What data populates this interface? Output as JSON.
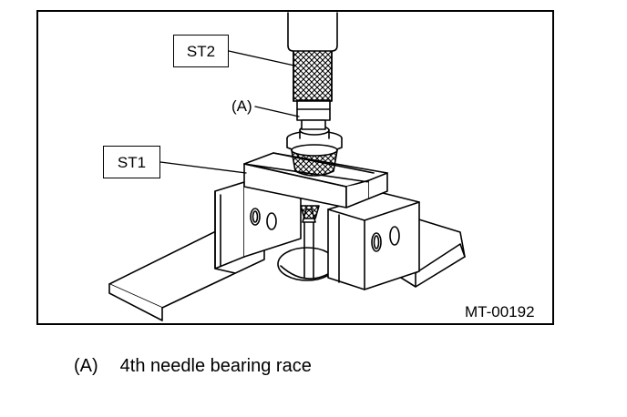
{
  "figure": {
    "id_code": "MT-00192",
    "callouts": {
      "st2": "ST2",
      "a": "(A)",
      "st1": "ST1"
    }
  },
  "legend": [
    {
      "key": "(A)",
      "text": "4th needle bearing race"
    }
  ]
}
